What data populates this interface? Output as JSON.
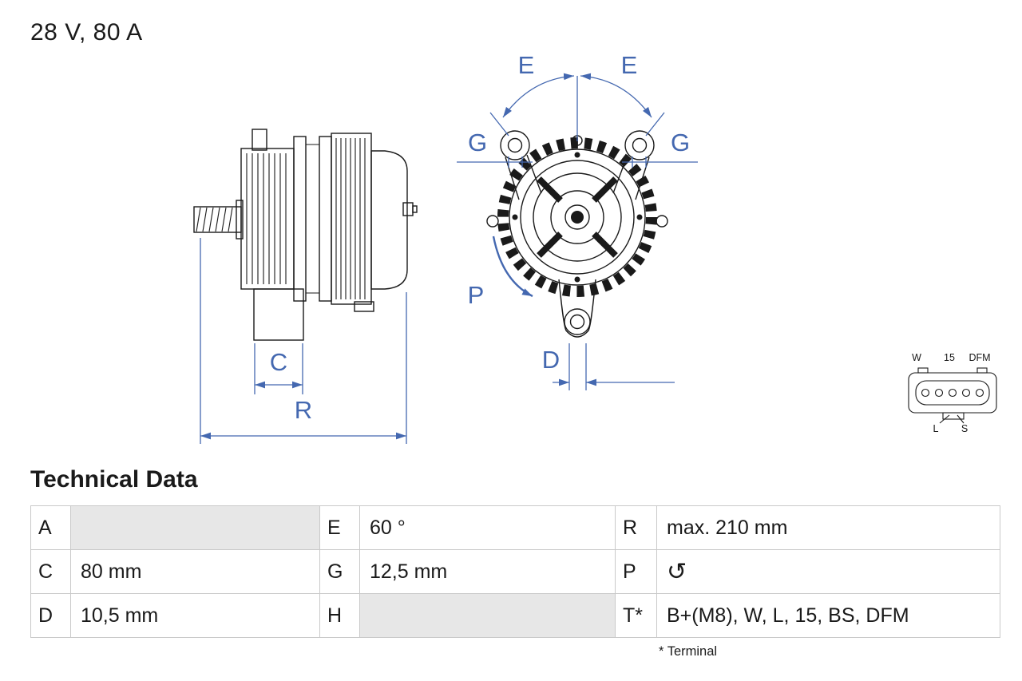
{
  "header": {
    "rating": "28 V, 80 A"
  },
  "diagram": {
    "dimension_color": "#4468b0",
    "line_color": "#1a1a1a",
    "labels": {
      "e_left": "E",
      "e_right": "E",
      "g_left": "G",
      "g_right": "G",
      "p": "P",
      "d": "D",
      "c": "C",
      "r": "R"
    },
    "connector": {
      "pin_labels_top": [
        "W",
        "15",
        "DFM"
      ],
      "pin_labels_bottom": [
        "L",
        "S"
      ]
    }
  },
  "technical_data": {
    "title": "Technical Data",
    "footnote": "* Terminal",
    "rows": [
      {
        "cells": [
          {
            "key": "A",
            "value": ""
          },
          {
            "key": "E",
            "value": "60 °"
          },
          {
            "key": "R",
            "value": "max. 210 mm"
          }
        ]
      },
      {
        "cells": [
          {
            "key": "C",
            "value": "80 mm"
          },
          {
            "key": "G",
            "value": "12,5 mm"
          },
          {
            "key": "P",
            "value": "↺",
            "icon": "ccw-rotation-icon"
          }
        ]
      },
      {
        "cells": [
          {
            "key": "D",
            "value": "10,5 mm"
          },
          {
            "key": "H",
            "value": ""
          },
          {
            "key": "T*",
            "value": "B+(M8), W, L, 15, BS, DFM"
          }
        ]
      }
    ]
  }
}
